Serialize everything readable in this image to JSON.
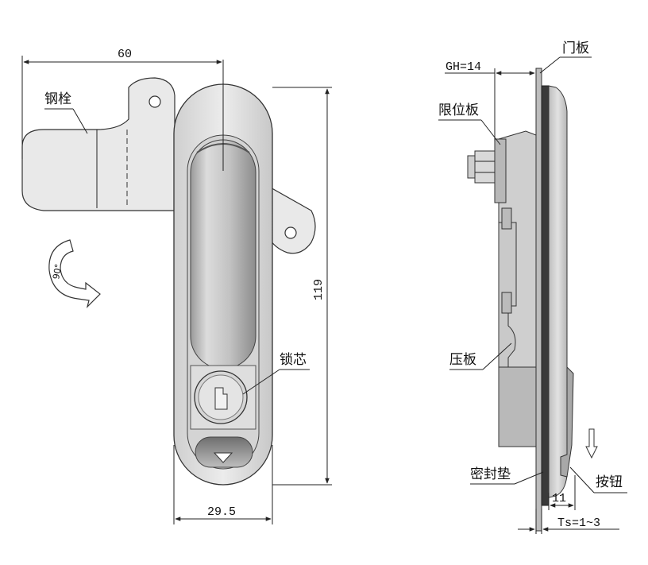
{
  "front_view": {
    "dim_width": "60",
    "dim_height": "119",
    "dim_body_width": "29.5",
    "label_bolt": "钢栓",
    "label_lock_core": "锁芯",
    "rotation_angle": "90°"
  },
  "side_view": {
    "label_door_panel": "门板",
    "dim_gh": "GH=14",
    "label_limit_plate": "限位板",
    "label_press_plate": "压板",
    "label_seal": "密封垫",
    "label_button": "按钮",
    "dim_button_depth": "11",
    "dim_ts": "Ts=1~3"
  },
  "colors": {
    "metal_light": "#e6e6e6",
    "metal_mid": "#cfcfcf",
    "metal_dark": "#8a8a8a",
    "line": "#222222"
  }
}
